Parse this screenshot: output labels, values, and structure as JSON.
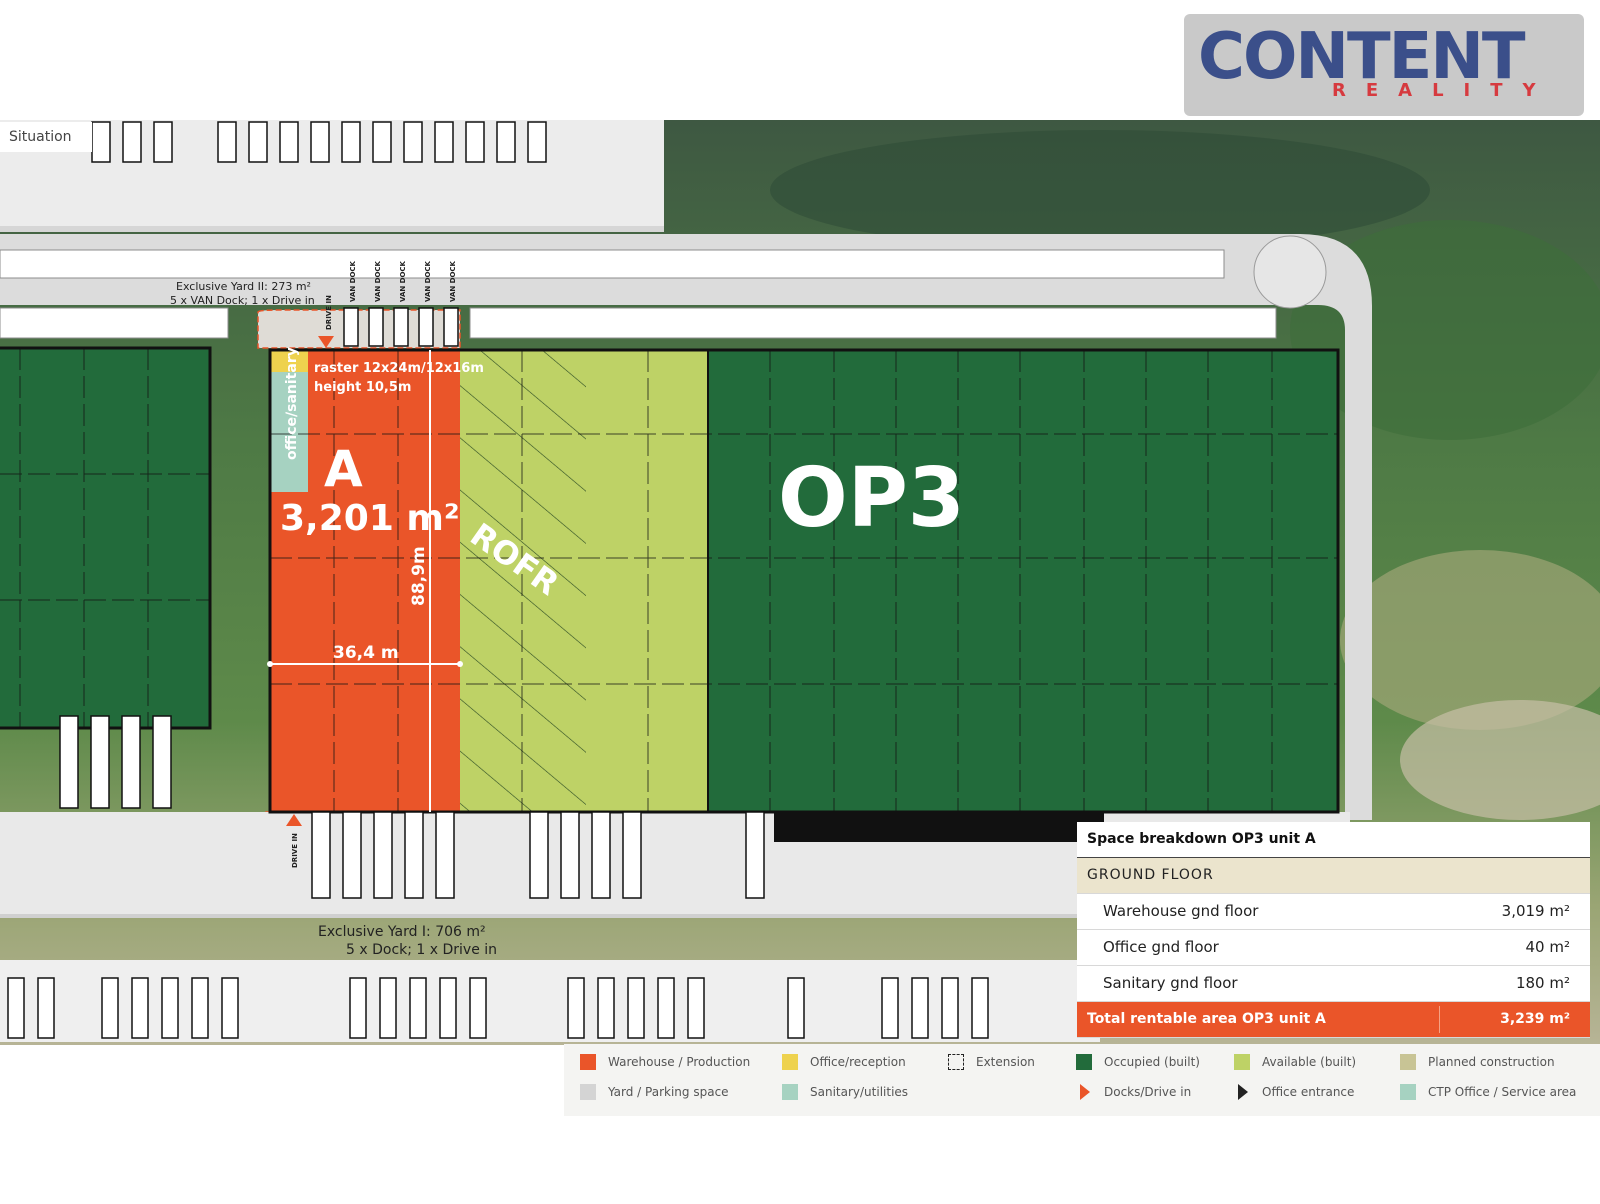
{
  "logo": {
    "word": "CONTENT",
    "sub": "REALITY"
  },
  "situation_label": "Situation",
  "site": {
    "unit_label": "A",
    "unit_area": "3,201 m²",
    "raster": "raster 12x24m/12x16m",
    "height": "height 10,5m",
    "office_strip": "office/sanitary",
    "dim_length": "88,9m",
    "dim_width": "36,4 m",
    "rofr": "ROFR",
    "building": "OP3",
    "yard_top_line1": "Exclusive Yard II: 273 m²",
    "yard_top_line2": "5 x VAN Dock; 1 x Drive in",
    "yard_bottom_line1": "Exclusive Yard I: 706 m²",
    "yard_bottom_line2": "5 x Dock; 1 x Drive in",
    "drive_in": "DRIVE IN",
    "van_dock": "VAN DOCK"
  },
  "breakdown": {
    "title": "Space breakdown OP3 unit A",
    "section": "GROUND FLOOR",
    "rows": [
      {
        "label": "Warehouse gnd floor",
        "value": "3,019 m²"
      },
      {
        "label": "Office gnd floor",
        "value": "40 m²"
      },
      {
        "label": "Sanitary gnd floor",
        "value": "180 m²"
      }
    ],
    "total_label": "Total rentable area OP3 unit A",
    "total_value": "3,239 m²"
  },
  "legend": [
    {
      "label": "Warehouse / Production",
      "color": "#ea5529",
      "kind": "box"
    },
    {
      "label": "Office/reception",
      "color": "#eed24e",
      "kind": "box"
    },
    {
      "label": "Extension",
      "color": "#222222",
      "kind": "dashed"
    },
    {
      "label": "Occupied (built)",
      "color": "#226b3b",
      "kind": "box"
    },
    {
      "label": "Available (built)",
      "color": "#bed266",
      "kind": "box"
    },
    {
      "label": "Planned construction",
      "color": "#c8c495",
      "kind": "box"
    },
    {
      "label": "Yard / Parking space",
      "color": "#d4d4d4",
      "kind": "box"
    },
    {
      "label": "Sanitary/utilities",
      "color": "#a6d2c1",
      "kind": "box"
    },
    {
      "label": "Docks/Drive in",
      "color": "#ea5529",
      "kind": "arrow"
    },
    {
      "label": "Office entrance",
      "color": "#222222",
      "kind": "arrow"
    },
    {
      "label": "CTP Office / Service area",
      "color": "#a6d2c1",
      "kind": "box"
    }
  ],
  "colors": {
    "orange": "#ea5529",
    "dark_green": "#226b3b",
    "light_green": "#bed266",
    "yard_gray": "#e9e9e9",
    "road_gray": "#dedede"
  }
}
